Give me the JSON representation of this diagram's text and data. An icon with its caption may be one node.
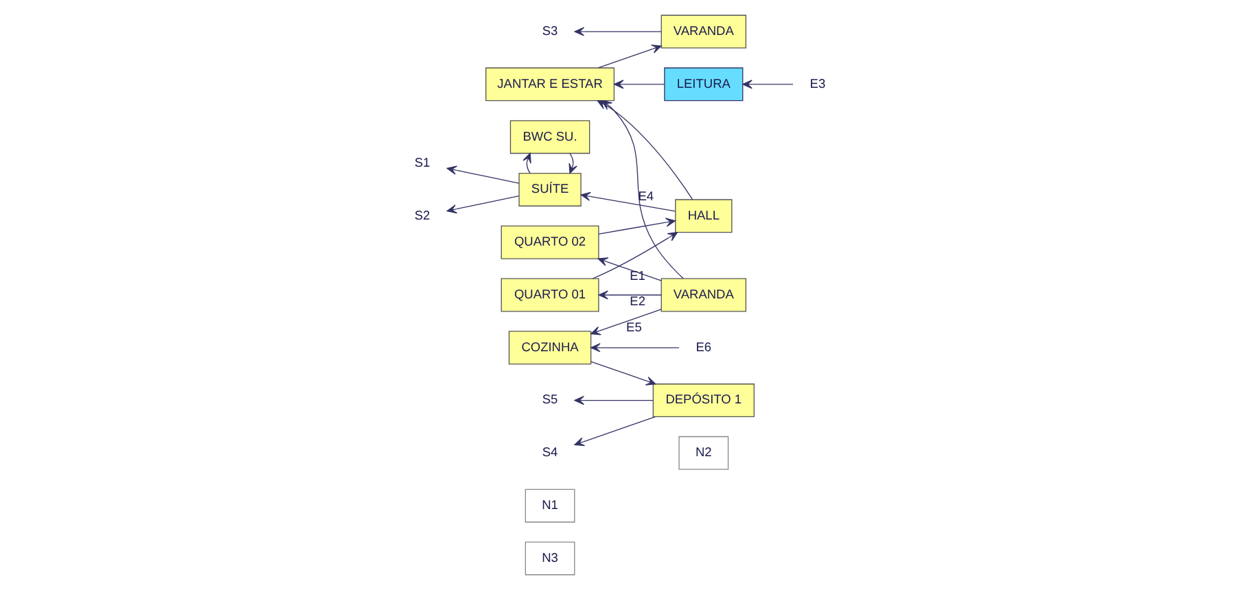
{
  "diagram": {
    "nodes": [
      {
        "text": [
          "N3"
        ]
      },
      {
        "text": [
          "N2"
        ]
      },
      {
        "text": [
          "N1"
        ]
      },
      {
        "text": [
          "S1"
        ]
      },
      {
        "text": [
          "SUÍTE"
        ]
      },
      {
        "text": [
          "HALL"
        ]
      },
      {
        "text": [
          "QUARTO 02"
        ]
      },
      {
        "text": [
          "S2"
        ]
      },
      {
        "text": [
          "QUARTO 01"
        ]
      },
      {
        "text": [
          "VARANDA"
        ]
      },
      {
        "text": [
          "BWC SU."
        ]
      },
      {
        "text": [
          "LEITURA"
        ]
      },
      {
        "text": [
          "E3"
        ]
      },
      {
        "text": [
          "S3"
        ]
      },
      {
        "text": [
          "VARANDA"
        ]
      },
      {
        "text": [
          "JANTAR E ESTAR"
        ]
      },
      {
        "text": [
          "S4"
        ]
      },
      {
        "text": [
          "DEPÓSITO 1"
        ]
      },
      {
        "text": [
          "COZINHA"
        ]
      },
      {
        "text": [
          "S5"
        ]
      },
      {
        "text": [
          "E6"
        ]
      }
    ],
    "edges": [
      {
        "from": 4,
        "to": 3,
        "arrow": "to"
      },
      {
        "from": 4,
        "to": 7,
        "arrow": "to"
      },
      {
        "from": 4,
        "to": 10,
        "arrow": "to"
      },
      {
        "from": 10,
        "to": 4,
        "arrow": "to"
      },
      {
        "from": 5,
        "to": 4,
        "arrow": "to"
      },
      {
        "from": 6,
        "to": 5,
        "arrow": "to"
      },
      {
        "from": 8,
        "to": 5,
        "arrow": "to"
      },
      {
        "from": 9,
        "to": 6,
        "arrow": "to",
        "label": "E1"
      },
      {
        "from": 9,
        "to": 8,
        "arrow": "to",
        "label": "E2"
      },
      {
        "from": 12,
        "to": 11,
        "arrow": "to"
      },
      {
        "from": 5,
        "to": 15,
        "arrow": "to"
      },
      {
        "from": 11,
        "to": 15,
        "arrow": "to"
      },
      {
        "from": 15,
        "to": 14,
        "arrow": "to"
      },
      {
        "from": 14,
        "to": 13,
        "arrow": "to"
      },
      {
        "from": 9,
        "to": 15,
        "arrow": "to",
        "label": "E4"
      },
      {
        "from": 9,
        "to": 18,
        "arrow": "to",
        "label": "E5"
      },
      {
        "from": 20,
        "to": 18,
        "arrow": "to"
      },
      {
        "from": 18,
        "to": 17,
        "arrow": "to"
      },
      {
        "from": 17,
        "to": 16,
        "arrow": "to"
      },
      {
        "from": 17,
        "to": 19,
        "arrow": "to"
      }
    ]
  }
}
